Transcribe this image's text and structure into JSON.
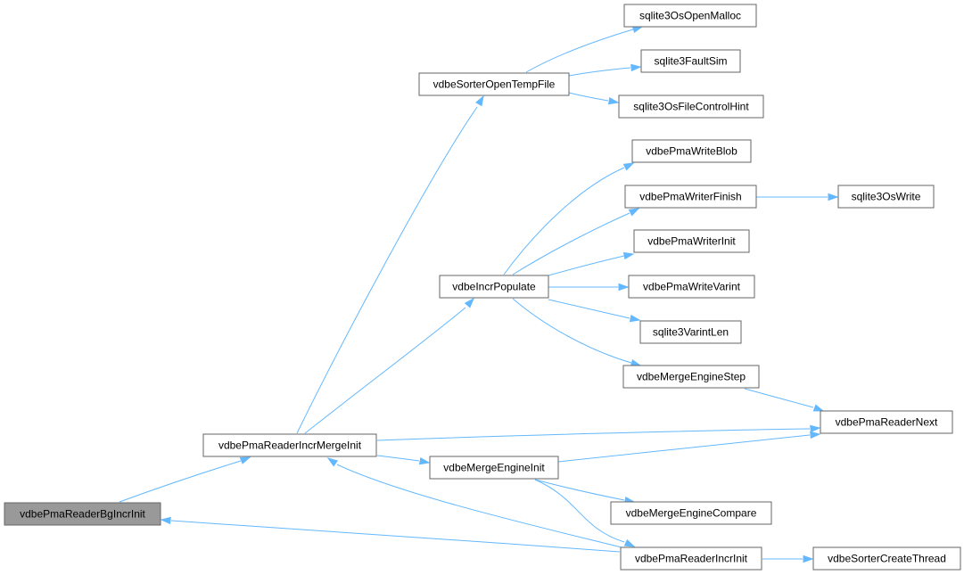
{
  "colors": {
    "edge": "#63b8ff",
    "node_border": "#666666",
    "root_fill": "#999999",
    "node_fill": "#ffffff"
  },
  "nodes": {
    "vdbePmaReaderBgIncrInit": "vdbePmaReaderBgIncrInit",
    "vdbePmaReaderIncrMergeInit": "vdbePmaReaderIncrMergeInit",
    "vdbeSorterOpenTempFile": "vdbeSorterOpenTempFile",
    "sqlite3OsOpenMalloc": "sqlite3OsOpenMalloc",
    "sqlite3FaultSim": "sqlite3FaultSim",
    "sqlite3OsFileControlHint": "sqlite3OsFileControlHint",
    "vdbePmaWriteBlob": "vdbePmaWriteBlob",
    "vdbePmaWriterFinish": "vdbePmaWriterFinish",
    "sqlite3OsWrite": "sqlite3OsWrite",
    "vdbePmaWriterInit": "vdbePmaWriterInit",
    "vdbeIncrPopulate": "vdbeIncrPopulate",
    "vdbePmaWriteVarint": "vdbePmaWriteVarint",
    "sqlite3VarintLen": "sqlite3VarintLen",
    "vdbeMergeEngineStep": "vdbeMergeEngineStep",
    "vdbePmaReaderNext": "vdbePmaReaderNext",
    "vdbeMergeEngineInit": "vdbeMergeEngineInit",
    "vdbeMergeEngineCompare": "vdbeMergeEngineCompare",
    "vdbePmaReaderIncrInit": "vdbePmaReaderIncrInit",
    "vdbeSorterCreateThread": "vdbeSorterCreateThread"
  },
  "edges": [
    [
      "vdbePmaReaderBgIncrInit",
      "vdbePmaReaderIncrMergeInit"
    ],
    [
      "vdbePmaReaderIncrMergeInit",
      "vdbeSorterOpenTempFile"
    ],
    [
      "vdbePmaReaderIncrMergeInit",
      "vdbeIncrPopulate"
    ],
    [
      "vdbePmaReaderIncrMergeInit",
      "vdbePmaReaderNext"
    ],
    [
      "vdbePmaReaderIncrMergeInit",
      "vdbeMergeEngineInit"
    ],
    [
      "vdbeSorterOpenTempFile",
      "sqlite3OsOpenMalloc"
    ],
    [
      "vdbeSorterOpenTempFile",
      "sqlite3FaultSim"
    ],
    [
      "vdbeSorterOpenTempFile",
      "sqlite3OsFileControlHint"
    ],
    [
      "vdbeIncrPopulate",
      "vdbePmaWriteBlob"
    ],
    [
      "vdbeIncrPopulate",
      "vdbePmaWriterFinish"
    ],
    [
      "vdbeIncrPopulate",
      "vdbePmaWriterInit"
    ],
    [
      "vdbeIncrPopulate",
      "vdbePmaWriteVarint"
    ],
    [
      "vdbeIncrPopulate",
      "sqlite3VarintLen"
    ],
    [
      "vdbeIncrPopulate",
      "vdbeMergeEngineStep"
    ],
    [
      "vdbePmaWriterFinish",
      "sqlite3OsWrite"
    ],
    [
      "vdbeMergeEngineStep",
      "vdbePmaReaderNext"
    ],
    [
      "vdbeMergeEngineInit",
      "vdbePmaReaderNext"
    ],
    [
      "vdbeMergeEngineInit",
      "vdbeMergeEngineCompare"
    ],
    [
      "vdbeMergeEngineInit",
      "vdbePmaReaderIncrInit"
    ],
    [
      "vdbePmaReaderIncrInit",
      "vdbePmaReaderIncrMergeInit"
    ],
    [
      "vdbePmaReaderIncrInit",
      "vdbePmaReaderBgIncrInit"
    ],
    [
      "vdbePmaReaderIncrInit",
      "vdbeSorterCreateThread"
    ]
  ]
}
